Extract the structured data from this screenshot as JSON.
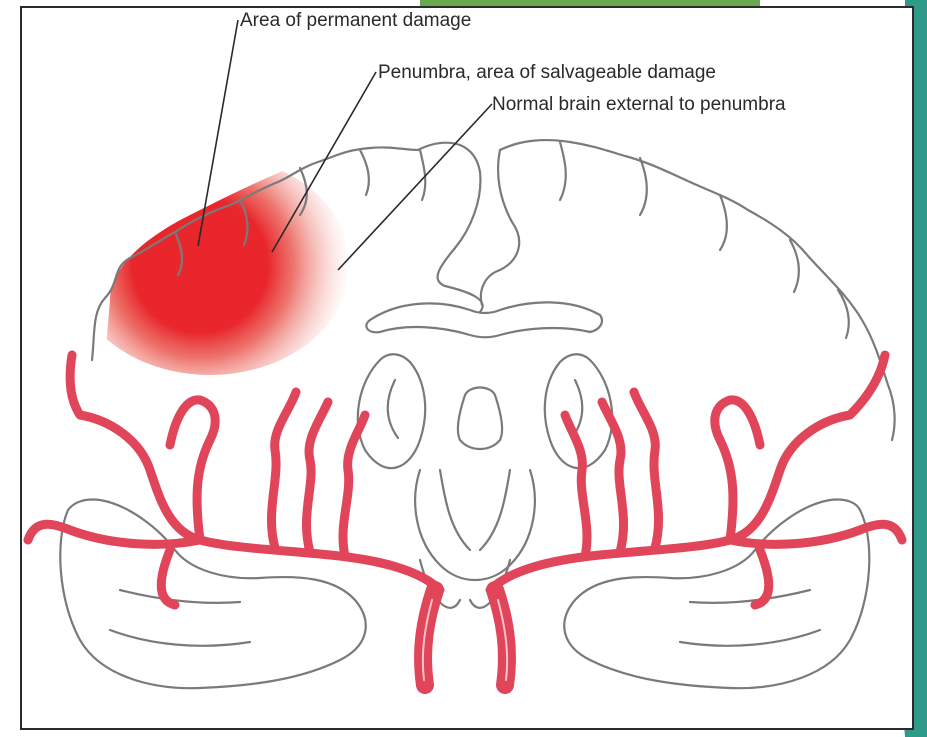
{
  "labels": {
    "permanent_damage": "Area of permanent damage",
    "penumbra": "Penumbra, area of salvageable damage",
    "normal_brain": "Normal brain external to penumbra"
  },
  "colors": {
    "infarct_core": "#e8262c",
    "penumbra": "#ef8f86",
    "artery": "#e0455a",
    "outline": "#7a7a7a",
    "slide_accent": "#2f9a8a"
  }
}
